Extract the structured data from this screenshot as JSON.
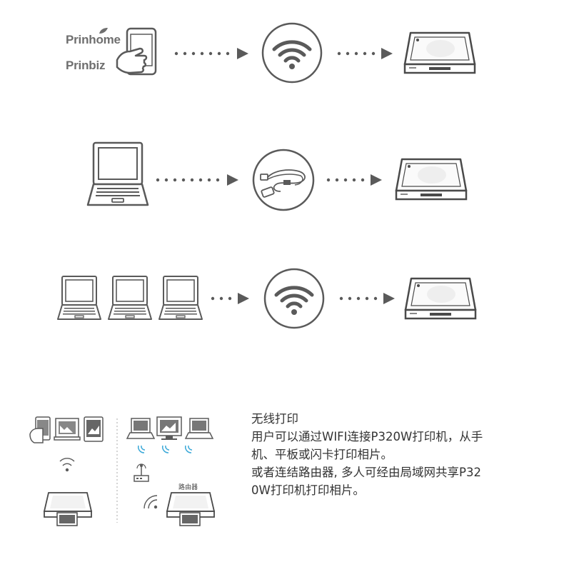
{
  "app_logos": {
    "primary": "Prinhome",
    "secondary": "Prinbiz"
  },
  "rows": [
    {
      "source": "phone-app",
      "link": "wifi",
      "target": "printer"
    },
    {
      "source": "laptop",
      "link": "usb-cable",
      "target": "printer"
    },
    {
      "source": "multiple-laptops",
      "link": "wifi",
      "target": "printer"
    }
  ],
  "scenario": {
    "router_label": "路由器"
  },
  "description": {
    "title": "无线打印",
    "line1": "用户可以通过WIFI连接P320W打印机，从手",
    "line2": "机、平板或闪卡打印相片。",
    "line3": "或者连结路由器, 多人可经由局域网共享P32",
    "line4": "0W打印机打印相片。"
  },
  "colors": {
    "stroke": "#5a5a5a",
    "accent": "#3aa8d8",
    "background": "#ffffff"
  }
}
